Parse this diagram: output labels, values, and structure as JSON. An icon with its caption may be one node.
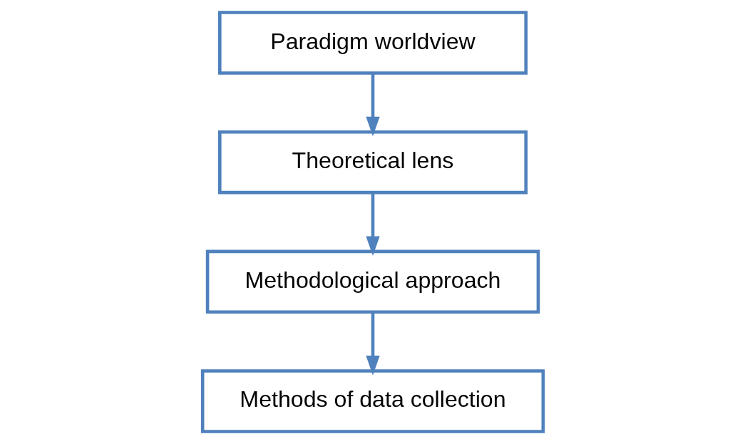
{
  "diagram": {
    "nodes": [
      {
        "text": [
          "Paradigm worldview"
        ]
      },
      {
        "text": [
          "Theoretical lens"
        ]
      },
      {
        "text": [
          "Methodological approach"
        ]
      },
      {
        "text": [
          "Methods of data collection"
        ]
      }
    ],
    "edges": [
      {
        "from": 0,
        "to": 1,
        "arrow": "to"
      },
      {
        "from": 1,
        "to": 2,
        "arrow": "to"
      },
      {
        "from": 2,
        "to": 3,
        "arrow": "to"
      }
    ]
  }
}
